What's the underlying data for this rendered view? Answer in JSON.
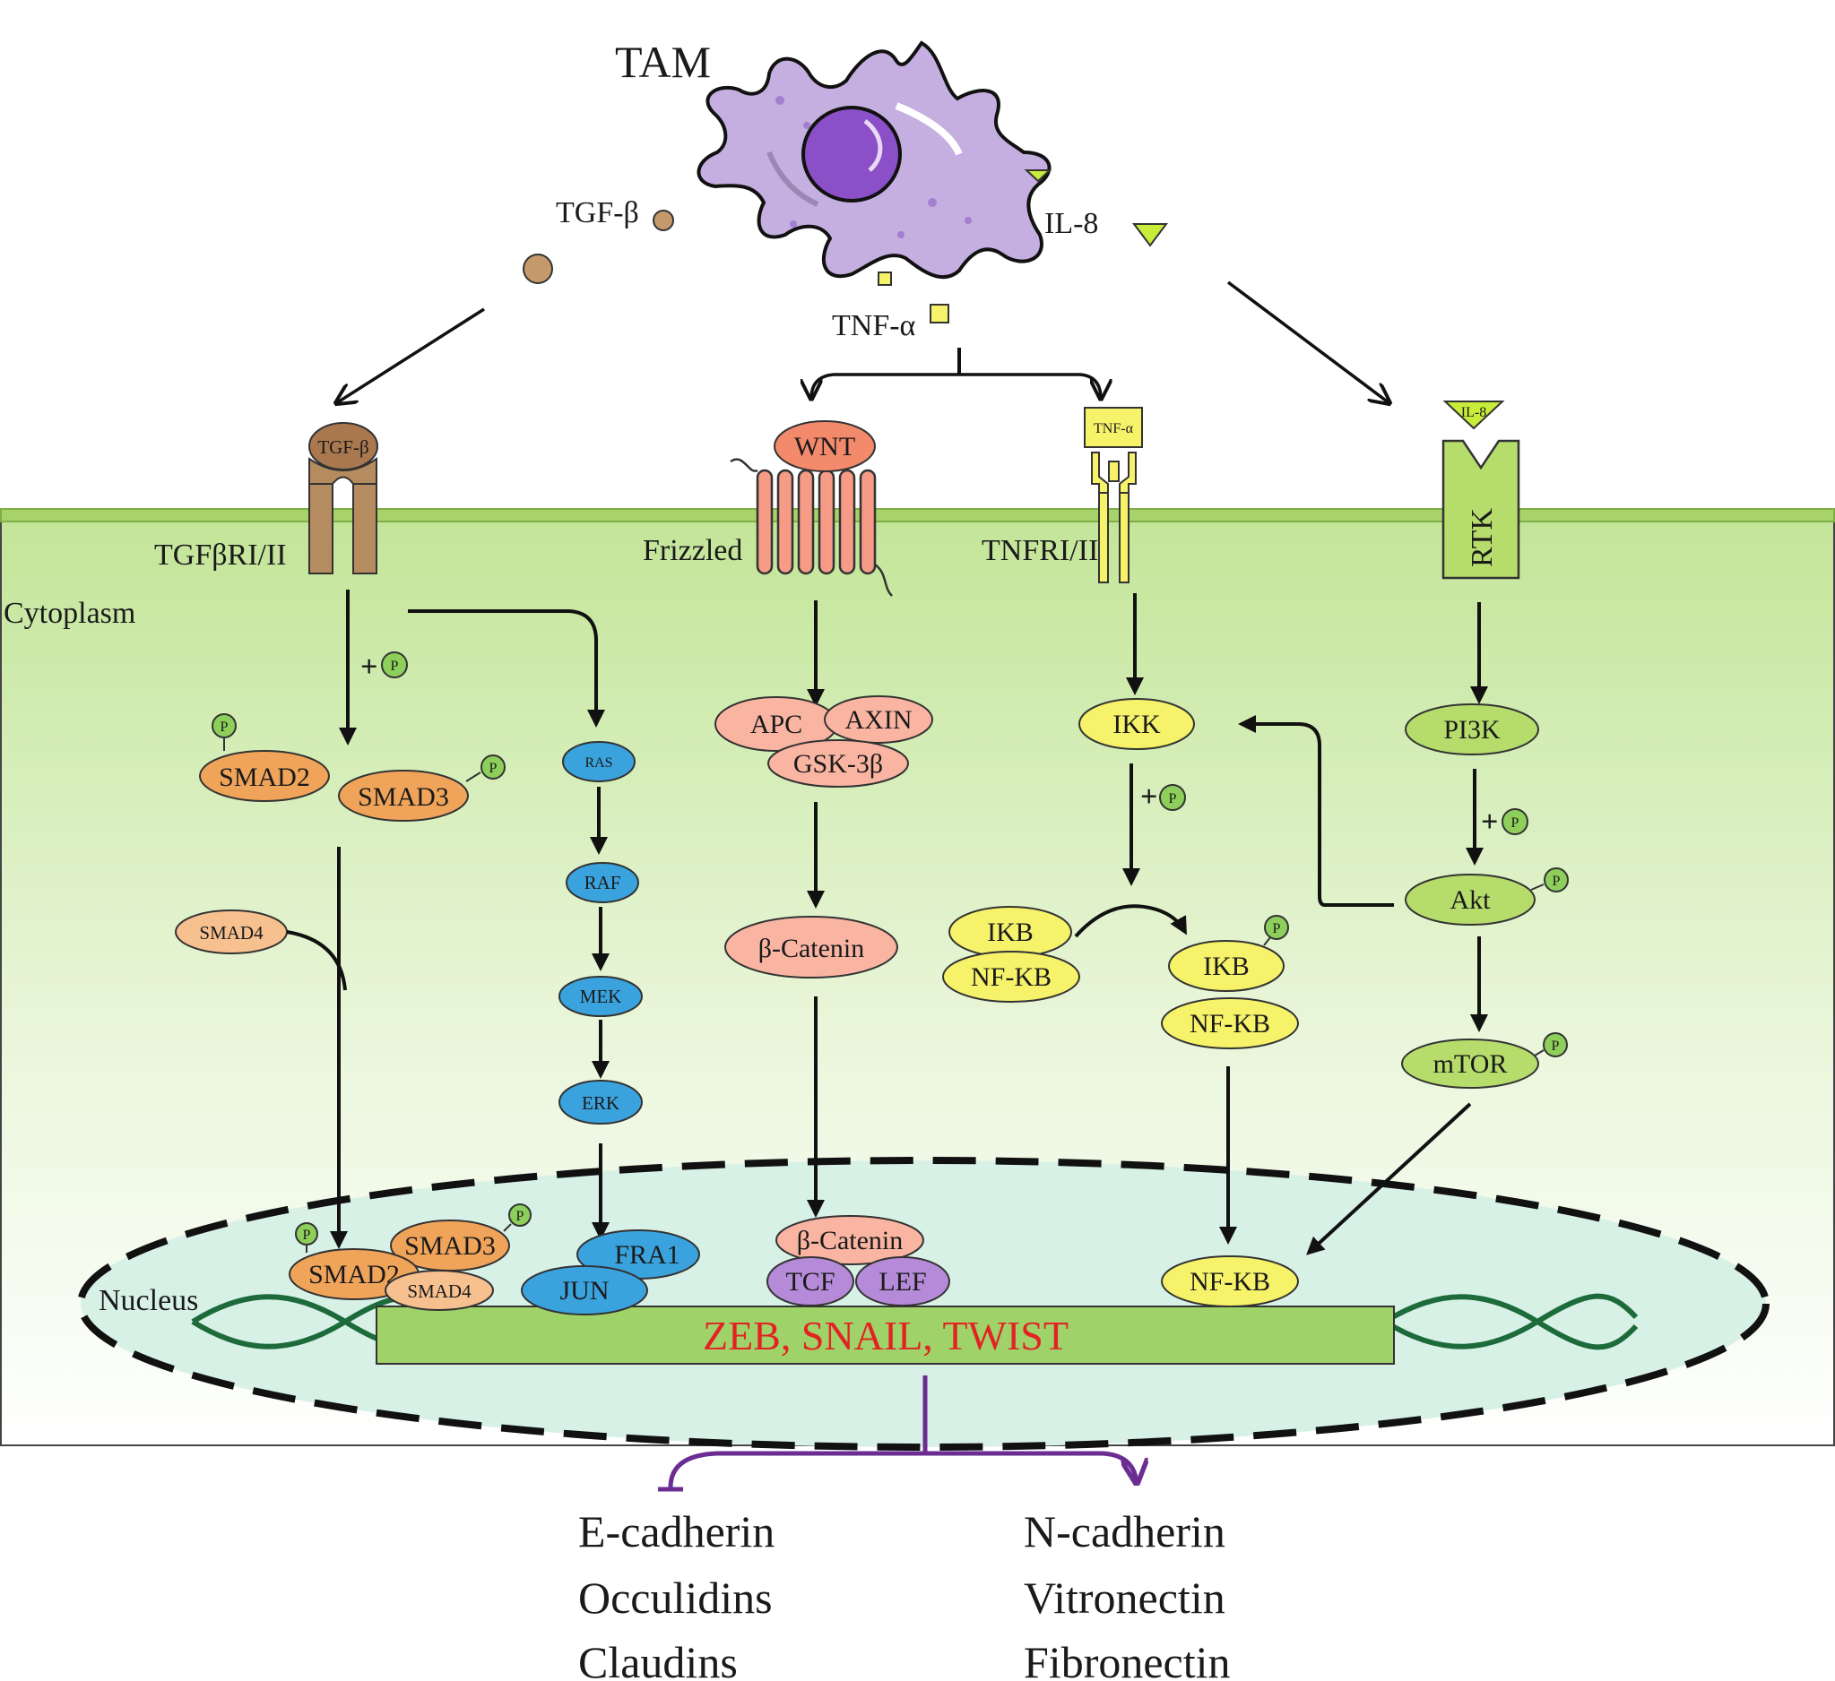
{
  "labels": {
    "tam": "TAM",
    "tgfb_ligand": "TGF-β",
    "il8_ligand": "IL-8",
    "tnfa_ligand": "TNF-α",
    "tgfb_receptor_ligand": "TGF-β",
    "wnt": "WNT",
    "tnfa_receptor_ligand": "TNF-α",
    "il8_receptor_ligand": "IL-8",
    "rtk": "RTK",
    "tgfb_receptor": "TGFβRI/II",
    "frizzled": "Frizzled",
    "tnf_receptor": "TNFRI/II",
    "cytoplasm": "Cytoplasm",
    "nucleus": "Nucleus",
    "plus": "+",
    "phospho": "P"
  },
  "nodes": {
    "smad2": "SMAD2",
    "smad3": "SMAD3",
    "smad4": "SMAD4",
    "ras": "RAS",
    "raf": "RAF",
    "mek": "MEK",
    "erk": "ERK",
    "apc": "APC",
    "axin": "AXIN",
    "gsk3b": "GSK-3β",
    "b_catenin": "β-Catenin",
    "ikk": "IKK",
    "ikb": "IKB",
    "nfkb": "NF-KB",
    "pi3k": "PI3K",
    "akt": "Akt",
    "mtor": "mTOR"
  },
  "nucleus_nodes": {
    "smad2": "SMAD2",
    "smad3": "SMAD3",
    "smad4": "SMAD4",
    "fra1": "FRA1",
    "jun": "JUN",
    "b_catenin": "β-Catenin",
    "tcf": "TCF",
    "lef": "LEF",
    "nfkb": "NF-KB"
  },
  "gene_bar": "ZEB, SNAIL, TWIST",
  "outputs": {
    "down": [
      "E-cadherin",
      "Occulidins",
      "Claudins"
    ],
    "up": [
      "N-cadherin",
      "Vitronectin",
      "Fibronectin"
    ]
  },
  "colors": {
    "membrane": "#a8d36a",
    "cytoplasm_top": "#c5e69a",
    "nucleus_fill": "#d8f1e6",
    "gene_bar": "#9fd36a",
    "gene_text": "#e32222",
    "dna": "#1d6b3a",
    "tam": "#c5aee0",
    "smad": "#f0a45a",
    "mapk": "#3aa3de",
    "wnt": "#f59b86",
    "yellow": "#f6f26a",
    "pi3k": "#b6dc6c",
    "output_arrow": "#6b2d91"
  }
}
